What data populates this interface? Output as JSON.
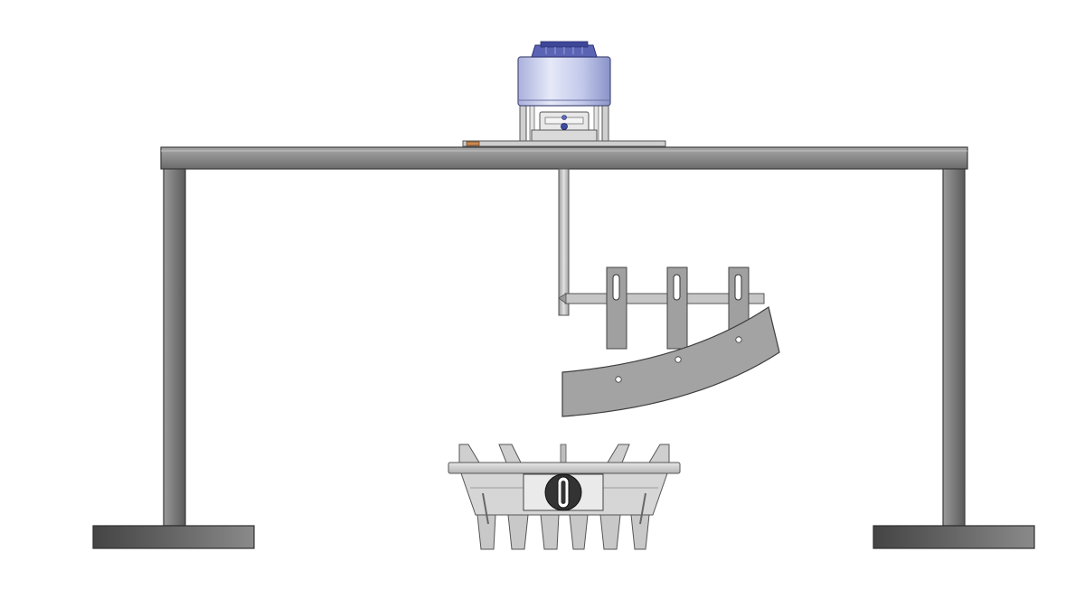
{
  "drawing": {
    "view": "front elevation",
    "colors": {
      "background": "#ffffff",
      "frame_light": "#9a9a9a",
      "frame_mid": "#808080",
      "frame_dark": "#4e4e4e",
      "edge": "#3a3a3a",
      "motor_body": "#b9bfe3",
      "motor_highlight": "#e6e9f8",
      "motor_top": "#4b55a8",
      "steel": "#bdbdbd",
      "bracket": "#9c9c9c",
      "burner": "#cfcfcf",
      "knob": "#333333",
      "accent_copper": "#c98a52"
    },
    "components": [
      {
        "name": "motor-unit",
        "label": ""
      },
      {
        "name": "frame-crossbar",
        "label": ""
      },
      {
        "name": "frame-leg-left",
        "label": ""
      },
      {
        "name": "frame-leg-right",
        "label": ""
      },
      {
        "name": "stirring-shaft",
        "label": ""
      },
      {
        "name": "scraper-arm",
        "label": ""
      },
      {
        "name": "curved-scraper-blade",
        "label": ""
      },
      {
        "name": "gas-burner",
        "label": ""
      }
    ]
  }
}
